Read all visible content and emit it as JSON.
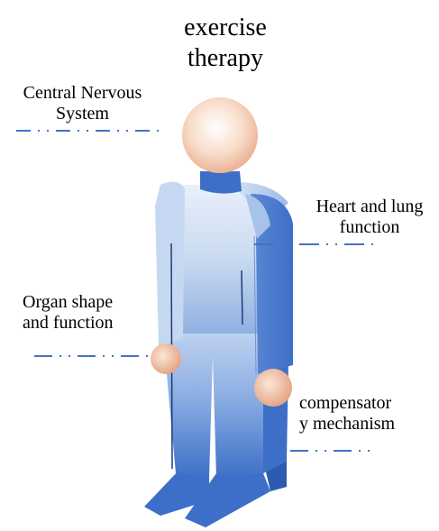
{
  "title": {
    "line1": "exercise",
    "line2": "therapy"
  },
  "labels": {
    "central_nervous": {
      "line1": "Central Nervous",
      "line2": "System"
    },
    "heart_lung": {
      "line1": "Heart and lung",
      "line2": "function"
    },
    "organ": {
      "line1": "Organ shape",
      "line2": "and function"
    },
    "compensatory": {
      "line1": "compensator",
      "line2": "y mechanism"
    }
  },
  "colors": {
    "leader_line": "#4472C4",
    "head": "#F4C7A8",
    "body_light": "#D6E4F5",
    "body_dark": "#3E6FC8",
    "collar": "#3E6FC8",
    "outline": "#1F3B7A"
  }
}
